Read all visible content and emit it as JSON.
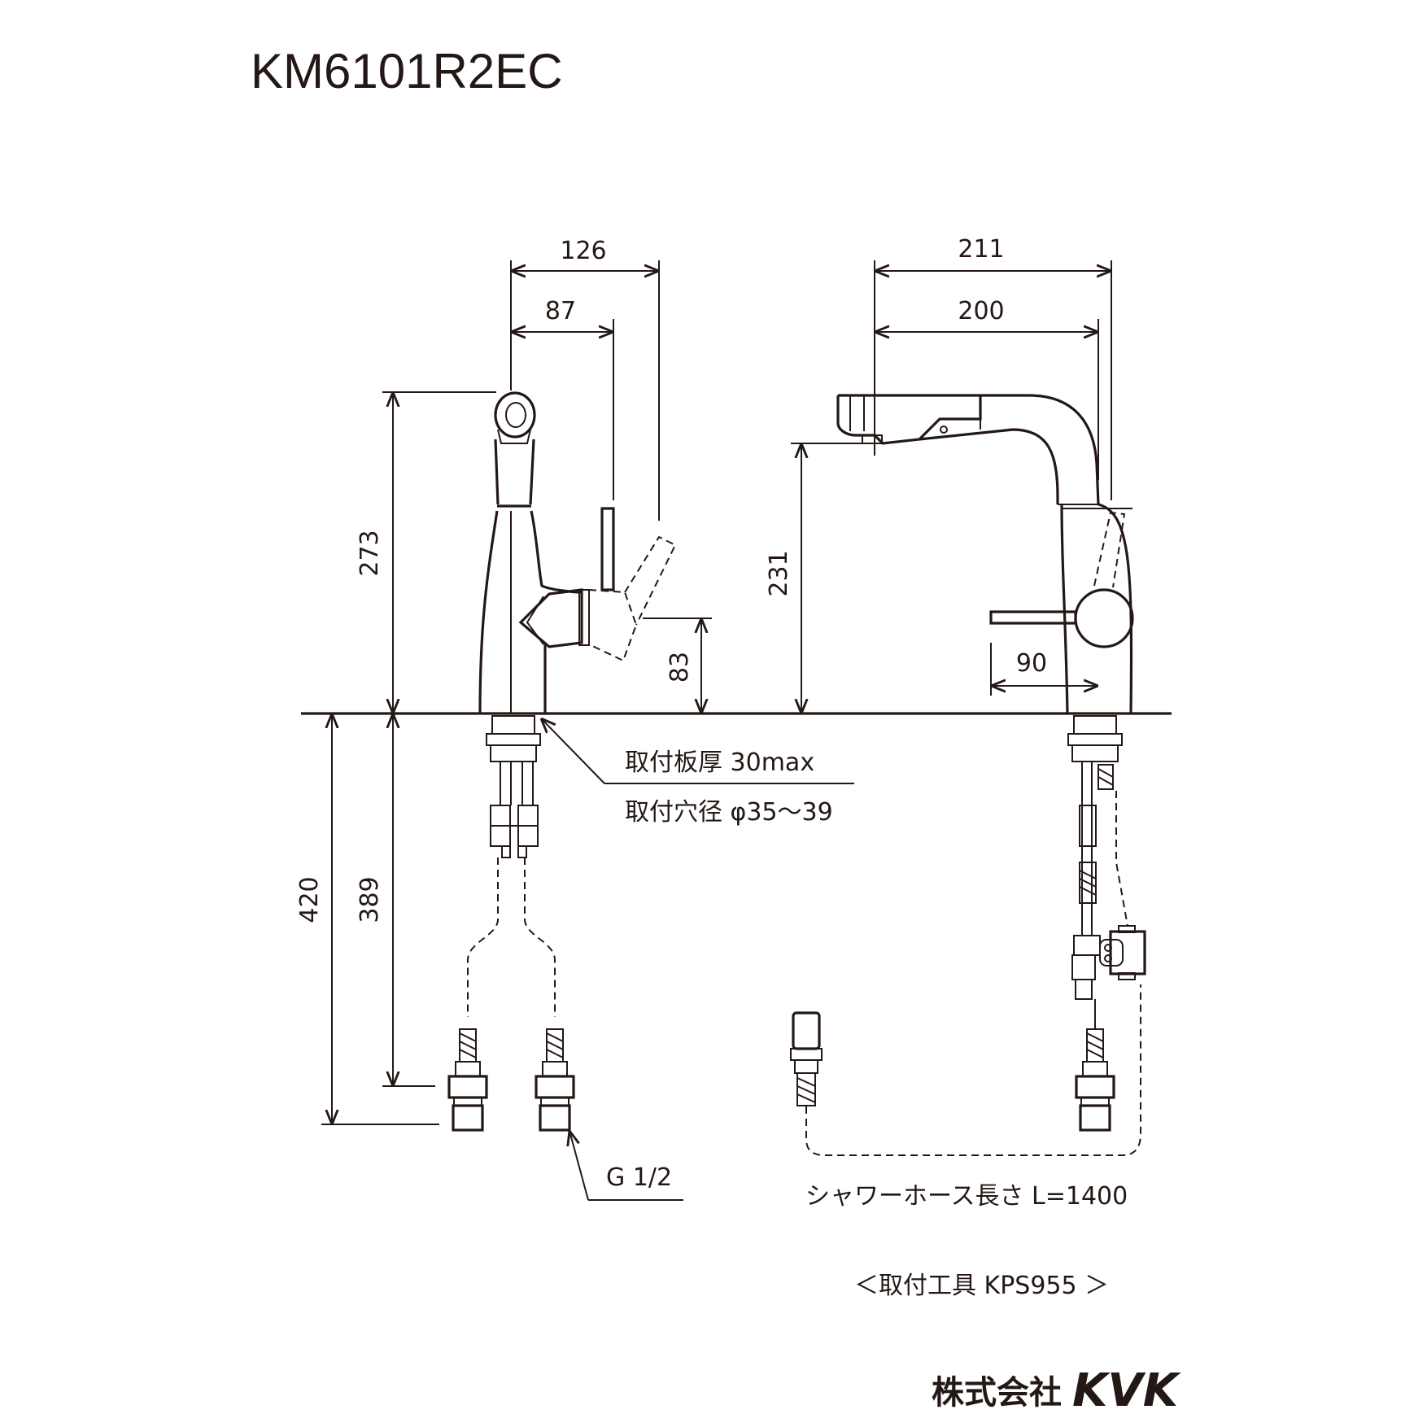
{
  "title": "KM6101R2EC",
  "dimensions": {
    "d126": "126",
    "d87": "87",
    "d211": "211",
    "d200": "200",
    "d273": "273",
    "d231": "231",
    "d83": "83",
    "d90": "90",
    "d420": "420",
    "d389": "389"
  },
  "notes": {
    "plate_thickness": "取付板厚 30max",
    "hole_diameter": "取付穴径 φ35～39",
    "thread": "G 1/2",
    "shower_hose": "シャワーホース長さ L=1400",
    "mounting_tool": "＜取付工具 KPS955 ＞"
  },
  "brand": {
    "company_prefix": "株式会社",
    "logo": "KVK"
  }
}
